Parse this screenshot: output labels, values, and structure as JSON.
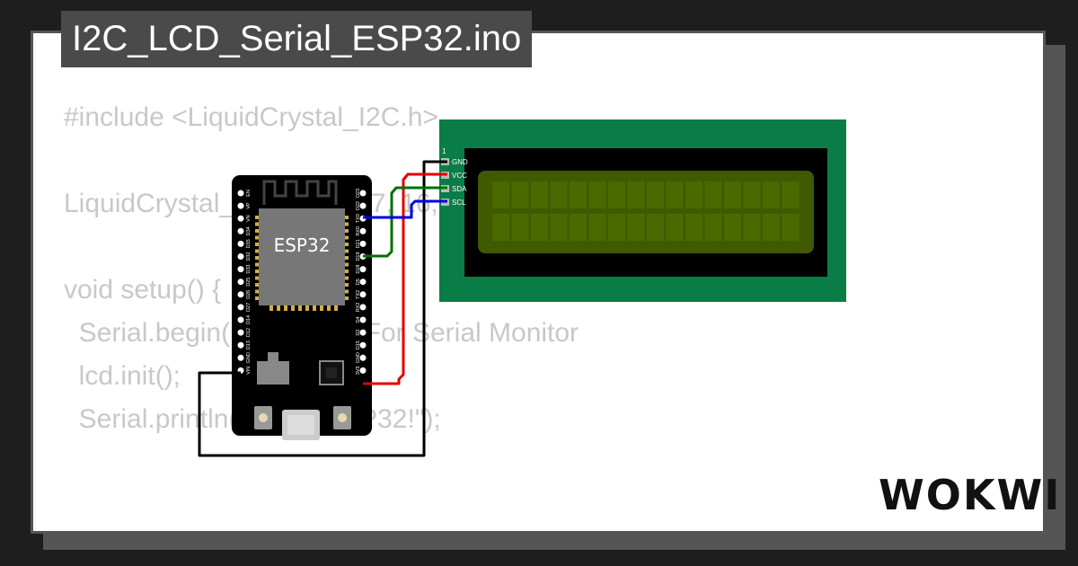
{
  "title": "I2C_LCD_Serial_ESP32.ino",
  "code_lines": [
    "#include <LiquidCrystal_I2C.h>",
    "",
    "LiquidCrystal_I2C lcd(0x27, 16, 2);",
    "",
    "void setup() {",
    "  Serial.begin(115200); // For Serial Monitor",
    "  lcd.init();",
    "  Serial.println(\"Hello, ESP32!\");",
    "",
    "",
    "}"
  ],
  "esp32": {
    "chip_label": "ESP32",
    "left_pins": [
      "EN",
      "VP",
      "VN",
      "D34",
      "D35",
      "D32",
      "D33",
      "D25",
      "D26",
      "D27",
      "D14",
      "D12",
      "D13",
      "GND",
      "VIN"
    ],
    "right_pins": [
      "D23",
      "D22",
      "TX0",
      "RX0",
      "D21",
      "D19",
      "D18",
      "D5",
      "TX2",
      "RX2",
      "D4",
      "D2",
      "D15",
      "GND",
      "3V3"
    ]
  },
  "lcd": {
    "pin1_label": "1",
    "pins": [
      "GND",
      "VCC",
      "SDA",
      "SCL"
    ]
  },
  "logo": "WOKWI",
  "colors": {
    "wire_gnd": "#000000",
    "wire_vcc": "#e00000",
    "wire_sda": "#007000",
    "wire_scl": "#0000e0",
    "lcd_board": "#0a7d46",
    "lcd_screen": "#3f5a00"
  }
}
